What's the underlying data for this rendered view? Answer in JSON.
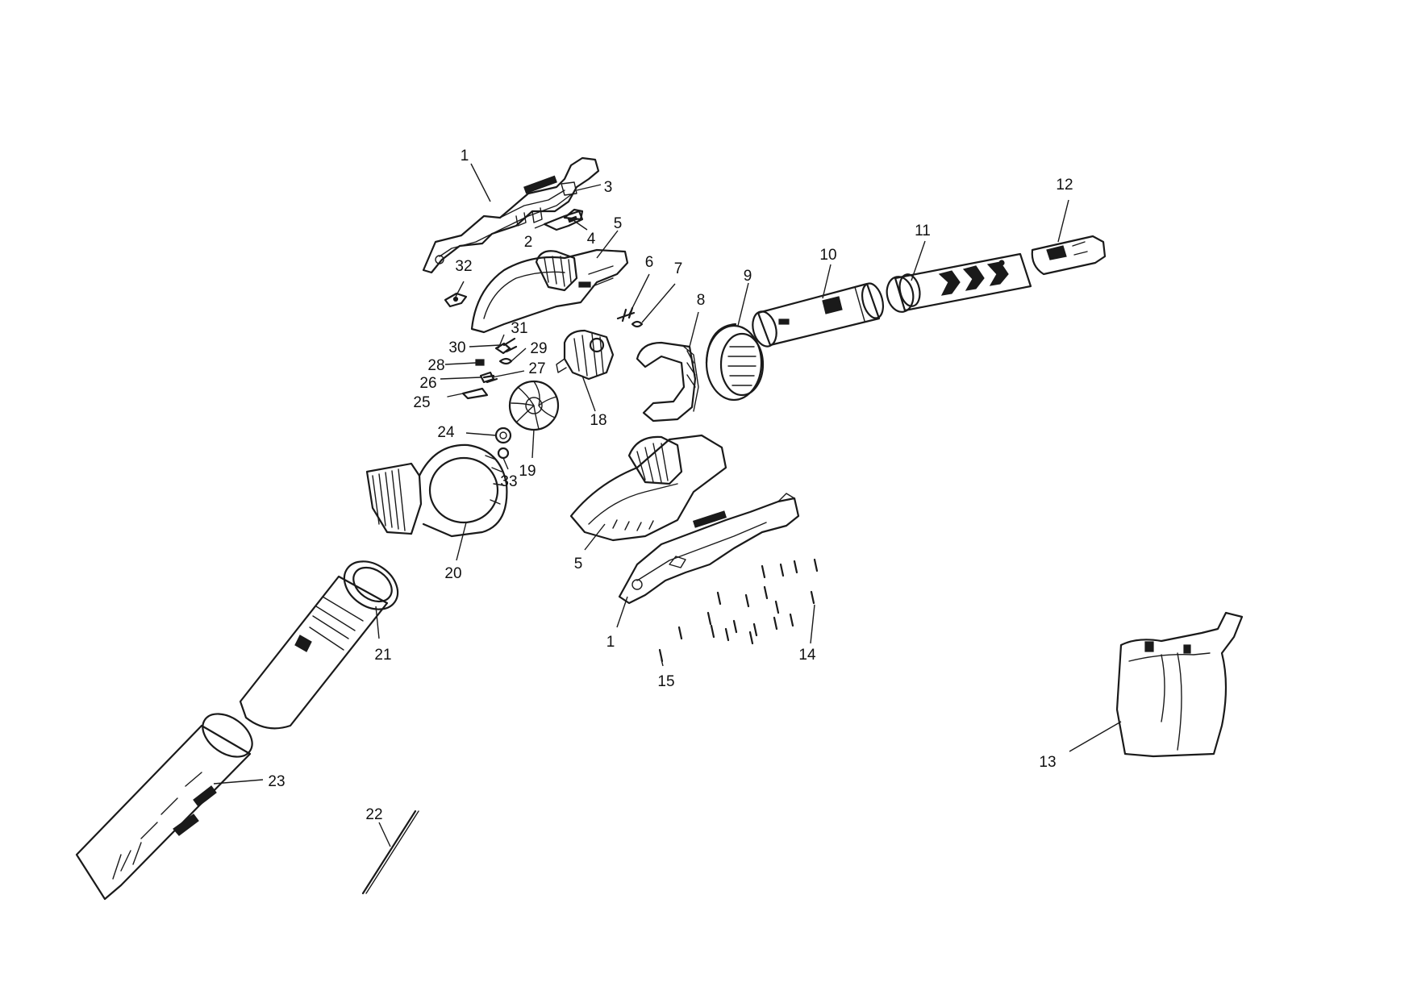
{
  "callouts": [
    {
      "id": "c1a",
      "label": "1"
    },
    {
      "id": "c3",
      "label": "3"
    },
    {
      "id": "c2",
      "label": "2"
    },
    {
      "id": "c4",
      "label": "4"
    },
    {
      "id": "c5a",
      "label": "5"
    },
    {
      "id": "c32",
      "label": "32"
    },
    {
      "id": "c6",
      "label": "6"
    },
    {
      "id": "c7",
      "label": "7"
    },
    {
      "id": "c8",
      "label": "8"
    },
    {
      "id": "c9",
      "label": "9"
    },
    {
      "id": "c10",
      "label": "10"
    },
    {
      "id": "c11",
      "label": "11"
    },
    {
      "id": "c12",
      "label": "12"
    },
    {
      "id": "c31",
      "label": "31"
    },
    {
      "id": "c30",
      "label": "30"
    },
    {
      "id": "c29",
      "label": "29"
    },
    {
      "id": "c28",
      "label": "28"
    },
    {
      "id": "c27",
      "label": "27"
    },
    {
      "id": "c26",
      "label": "26"
    },
    {
      "id": "c25",
      "label": "25"
    },
    {
      "id": "c18",
      "label": "18"
    },
    {
      "id": "c24",
      "label": "24"
    },
    {
      "id": "c19",
      "label": "19"
    },
    {
      "id": "c33",
      "label": "33"
    },
    {
      "id": "c20",
      "label": "20"
    },
    {
      "id": "c5b",
      "label": "5"
    },
    {
      "id": "c1b",
      "label": "1"
    },
    {
      "id": "c14",
      "label": "14"
    },
    {
      "id": "c15",
      "label": "15"
    },
    {
      "id": "c21",
      "label": "21"
    },
    {
      "id": "c23",
      "label": "23"
    },
    {
      "id": "c22",
      "label": "22"
    },
    {
      "id": "c13",
      "label": "13"
    }
  ]
}
